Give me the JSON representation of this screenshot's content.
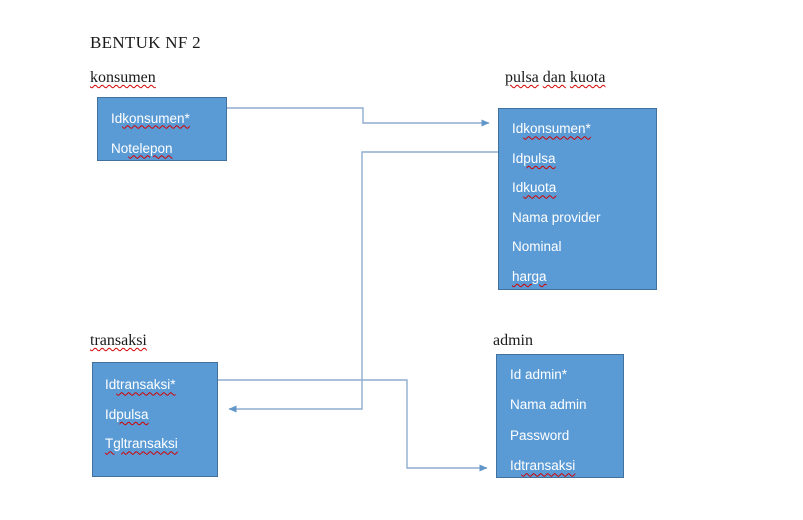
{
  "title": "BENTUK NF 2",
  "colors": {
    "box_fill": "#5b9bd5",
    "box_border": "#41719c",
    "connector": "#8faccf",
    "arrowhead": "#6096c8",
    "spellcheck": "#d40000"
  },
  "entities": [
    {
      "id": "konsumen",
      "label": [
        {
          "t": "konsumen",
          "sp": true
        }
      ],
      "rows": [
        [
          {
            "t": "Id "
          },
          {
            "t": "konsumen*",
            "sp": true
          }
        ],
        [
          {
            "t": "No "
          },
          {
            "t": "telepon",
            "sp": true
          }
        ]
      ]
    },
    {
      "id": "pulsa-dan-kuota",
      "label": [
        {
          "t": "pulsa",
          "sp": true
        },
        {
          "t": " "
        },
        {
          "t": "dan",
          "sp": true
        },
        {
          "t": " "
        },
        {
          "t": "kuota",
          "sp": true
        }
      ],
      "rows": [
        [
          {
            "t": "Id "
          },
          {
            "t": "konsumen*",
            "sp": true
          }
        ],
        [
          {
            "t": "Id "
          },
          {
            "t": "pulsa",
            "sp": true
          }
        ],
        [
          {
            "t": "Id "
          },
          {
            "t": "kuota",
            "sp": true
          }
        ],
        [
          {
            "t": "Nama provider"
          }
        ],
        [
          {
            "t": "Nominal"
          }
        ],
        [
          {
            "t": "harga",
            "sp": true
          }
        ]
      ]
    },
    {
      "id": "transaksi",
      "label": [
        {
          "t": "transaksi",
          "sp": true
        }
      ],
      "rows": [
        [
          {
            "t": "Id "
          },
          {
            "t": "transaksi*",
            "sp": true
          }
        ],
        [
          {
            "t": "Id "
          },
          {
            "t": "pulsa",
            "sp": true
          }
        ],
        [
          {
            "t": "Tgl",
            "sp": true
          },
          {
            "t": " "
          },
          {
            "t": "transaksi",
            "sp": true
          }
        ]
      ]
    },
    {
      "id": "admin",
      "label": [
        {
          "t": "admin"
        }
      ],
      "rows": [
        [
          {
            "t": "Id admin*"
          }
        ],
        [
          {
            "t": "Nama admin"
          }
        ],
        [
          {
            "t": "Password"
          }
        ],
        [
          {
            "t": "Id "
          },
          {
            "t": "transaksi",
            "sp": true
          }
        ]
      ]
    }
  ],
  "connectors": [
    {
      "from": "konsumen / Id konsumen*",
      "to": "pulsa dan kuota / Id konsumen*"
    },
    {
      "from": "pulsa dan kuota / Id pulsa",
      "to": "transaksi / Id pulsa"
    },
    {
      "from": "transaksi / Id transaksi*",
      "to": "admin / Id transaksi"
    }
  ]
}
